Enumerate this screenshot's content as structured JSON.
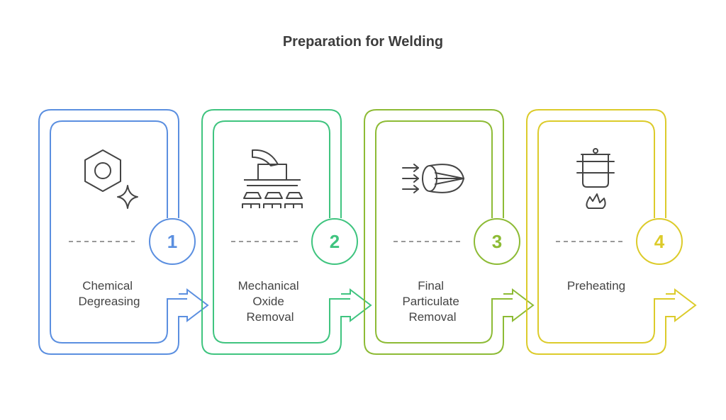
{
  "title": "Preparation for Welding",
  "steps": [
    {
      "number": "1",
      "label_lines": [
        "Chemical",
        "Degreasing"
      ],
      "color": "#5b8fe0",
      "icon": "nut-sparkle-icon"
    },
    {
      "number": "2",
      "label_lines": [
        "Mechanical",
        "Oxide",
        "Removal"
      ],
      "color": "#3fc47f",
      "icon": "grinding-machine-icon"
    },
    {
      "number": "3",
      "label_lines": [
        "Final",
        "Particulate",
        "Removal"
      ],
      "color": "#8dbb35",
      "icon": "air-flow-filter-icon"
    },
    {
      "number": "4",
      "label_lines": [
        "Preheating"
      ],
      "color": "#dccb2a",
      "icon": "pot-flame-icon"
    }
  ]
}
